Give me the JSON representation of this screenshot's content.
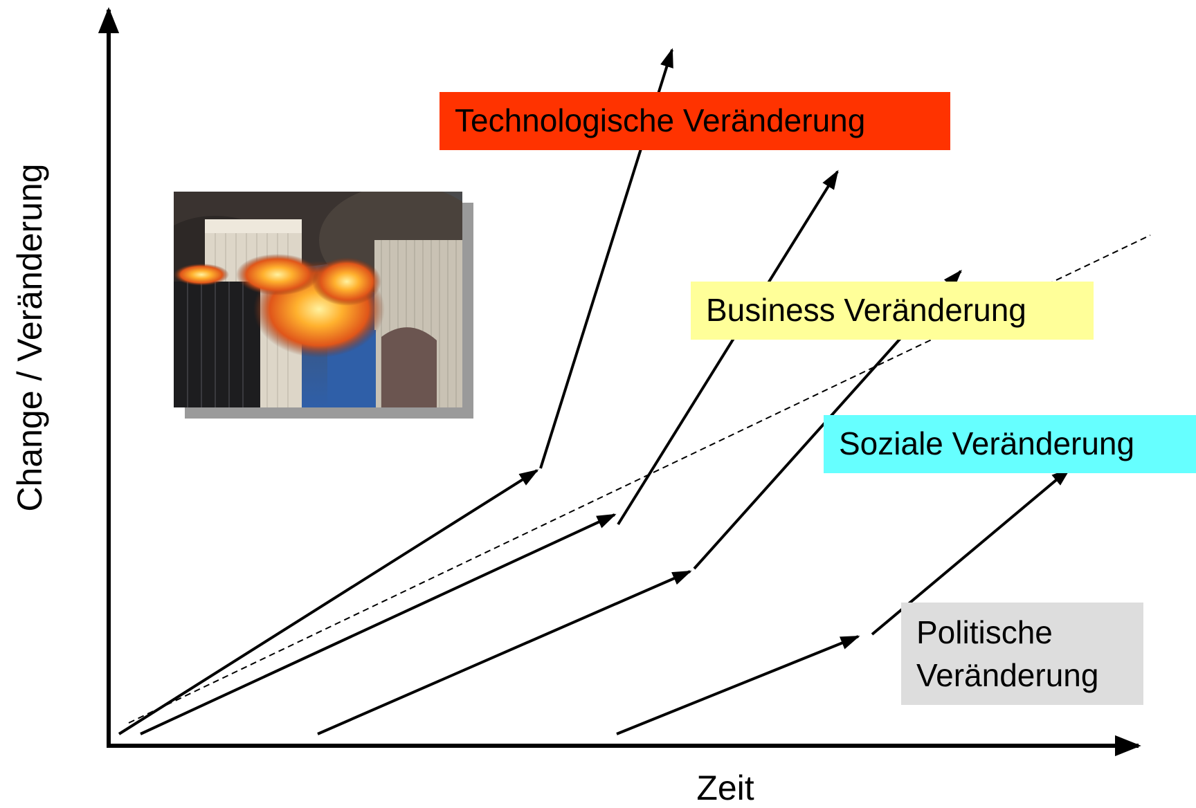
{
  "axes": {
    "y_label": "Change / Veränderung",
    "x_label": "Zeit"
  },
  "labels": {
    "technology": {
      "text": "Technologische Veränderung",
      "bg": "#ff3300"
    },
    "business": {
      "text": "Business Veränderung",
      "bg": "#ffff99"
    },
    "social": {
      "text": "Soziale Veränderung",
      "bg": "#66ffff"
    },
    "political": {
      "line1": "Politische",
      "line2": "Veränderung",
      "bg": "#dddddd"
    }
  },
  "colors": {
    "arrow": "#000000",
    "axis": "#000000",
    "sky": "#2f5fa8",
    "smoke": "#3a3330",
    "fire": "#ff8a1e",
    "tower": "#c9c2b4"
  },
  "photo": {
    "subject": "burning-towers-photo"
  }
}
